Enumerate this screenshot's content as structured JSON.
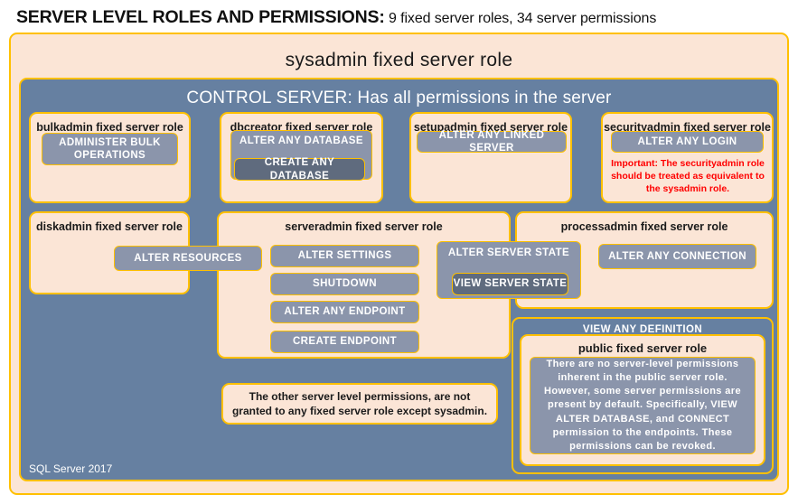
{
  "title": {
    "strong": "SERVER LEVEL ROLES AND PERMISSIONS:",
    "rest": " 9 fixed server roles, 34 server permissions"
  },
  "colors": {
    "peach_fill": "#fbe5d6",
    "gold_border": "#ffc000",
    "slate_fill": "#6680a1",
    "chip_fill": "#8b95ab",
    "chip_dark_fill": "#5f6b7e",
    "warning_red": "#ff0000"
  },
  "sysadmin": {
    "label": "sysadmin fixed server role"
  },
  "control_server": {
    "label": "CONTROL SERVER: Has all permissions in the server"
  },
  "roles": {
    "bulkadmin": {
      "label": "bulkadmin fixed server role",
      "permissions": [
        "ADMINISTER  BULK OPERATIONS"
      ]
    },
    "dbcreator": {
      "label": "dbcreator fixed server role",
      "permissions": [
        "ALTER ANY DATABASE",
        "CREATE  ANY DATABASE"
      ]
    },
    "setupadmin": {
      "label": "setupadmin fixed server role",
      "permissions": [
        "ALTER ANY LINKED SERVER"
      ]
    },
    "securityadmin": {
      "label": "securityadmin fixed server role",
      "permissions": [
        "ALTER ANY LOGIN"
      ],
      "note": "Important:  The securityadmin role should  be treated as equivalent to the  sysadmin role."
    },
    "diskadmin": {
      "label": "diskadmin fixed server role",
      "permissions": [
        "ALTER RESOURCES"
      ]
    },
    "serveradmin": {
      "label": "serveradmin fixed server role",
      "permissions": [
        "ALTER SETTINGS",
        "SHUTDOWN",
        "ALTER ANY ENDPOINT",
        "CREATE  ENDPOINT"
      ]
    },
    "shared": {
      "alter_server_state": "ALTER SERVER  STATE",
      "view_server_state": "VIEW SERVER  STATE"
    },
    "processadmin": {
      "label": "processadmin fixed server role",
      "permissions": [
        "ALTER ANY CONNECTION"
      ]
    },
    "public": {
      "outer_permission": "VIEW ANY DEFINITION",
      "label": "public  fixed server role",
      "note": "There are no server-level permissions inherent in the public server role. However, some server permissions are present by default. Specifically, VIEW ALTER DATABASE, and CONNECT permission to the endpoints. These permissions can be revoked."
    }
  },
  "notes": {
    "other_permissions": "The other server level permissions,  are not granted to any fixed server role except sysadmin."
  },
  "footer": {
    "label": "SQL Server 2017"
  }
}
